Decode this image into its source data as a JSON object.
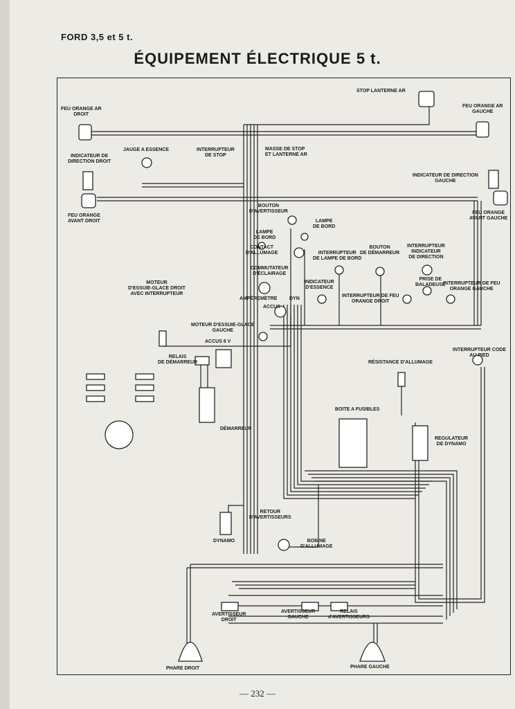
{
  "header": {
    "model": "FORD 3,5 et 5 t.",
    "title": "ÉQUIPEMENT ÉLECTRIQUE 5 t."
  },
  "labels": {
    "stop_lanterne": "STOP LANTERNE AR",
    "feu_orange_ar_droit": "FEU ORANGE AR\nDROIT",
    "feu_orange_ar_gauche": "FEU ORANGE AR\nGAUCHE",
    "indicateur_dir_droit": "INDICATEUR DE\nDIRECTION DROIT",
    "jauge_essence": "JAUGE A ESSENCE",
    "interrupteur_stop": "INTERRUPTEUR\nDE STOP",
    "masse_stop": "MASSE DE STOP\nET LANTERNE AR",
    "indicateur_dir_gauche": "INDICATEUR DE DIRECTION\nGAUCHE",
    "feu_orange_avant_droit": "FEU ORANGE\nAVANT DROIT",
    "feu_orange_avant_gauche": "FEU ORANGE\nAVANT GAUCHE",
    "bouton_avertisseur": "BOUTON\nD'AVERTISSEUR",
    "lampe_bord_1": "LAMPE\nDE BORD",
    "lampe_bord_2": "LAMPE\nDE BORD",
    "contact_allumage": "CONTACT\nD'ALLUMAGE",
    "interrupteur_lampe_bord": "INTERRUPTEUR\nDE LAMPE DE BORD",
    "bouton_demarreur": "BOUTON\nDE DÉMARREUR",
    "interrupteur_indicateur": "INTERRUPTEUR\nINDICATEUR\nDE DIRECTION",
    "commutateur_eclairage": "COMMUTATEUR\nD'ÉCLAIRAGE",
    "moteur_essuie_droit": "MOTEUR\nD'ESSUIE-GLACE DROIT\nAVEC INTERRUPTEUR",
    "amperemetre": "AMPÈREMÈTRE",
    "accus": "ACCUS",
    "dyn": "DYN",
    "indicateur_essence": "INDICATEUR\nD'ESSENCE",
    "interrupteur_feu_orange_droit": "INTERRUPTEUR DE FEU\nORANGE DROIT",
    "prise_baladeuse": "PRISE DE\nBALADEUSE",
    "interrupteur_feu_orange_gauche": "INTERRUPTEUR DE FEU\nORANGE GAUCHE",
    "moteur_essuie_gauche": "MOTEUR D'ESSUIE-GLACE\nGAUCHE",
    "accus_6v": "ACCUS 6 V",
    "interrupteur_code": "INTERRUPTEUR CODE\nAU PIED",
    "relais_demarreur": "RELAIS\nDE DÉMARREUR",
    "resistance_allumage": "RÉSISTANCE D'ALLUMAGE",
    "boite_fusibles": "BOITE A FUSIBLES",
    "demarreur": "DÉMARREUR",
    "regulateur_dynamo": "REGULATEUR\nDE DYNAMO",
    "retour_avertisseurs": "RETOUR\nD'AVERTISSEURS",
    "dynamo": "DYNAMO",
    "bobine_allumage": "BOBINE\nD'ALLUMAGE",
    "avertisseur_droit": "AVERTISSEUR\nDROIT",
    "avertisseur_gauche": "AVERTISSEUR\nGAUCHE",
    "relais_avertisseurs": "RELAIS\nd'AVERTISSEURS",
    "phare_droit": "PHARE DROIT",
    "phare_gauche": "PHARE GAUCHE"
  },
  "footer": {
    "page": "— 232 —"
  }
}
